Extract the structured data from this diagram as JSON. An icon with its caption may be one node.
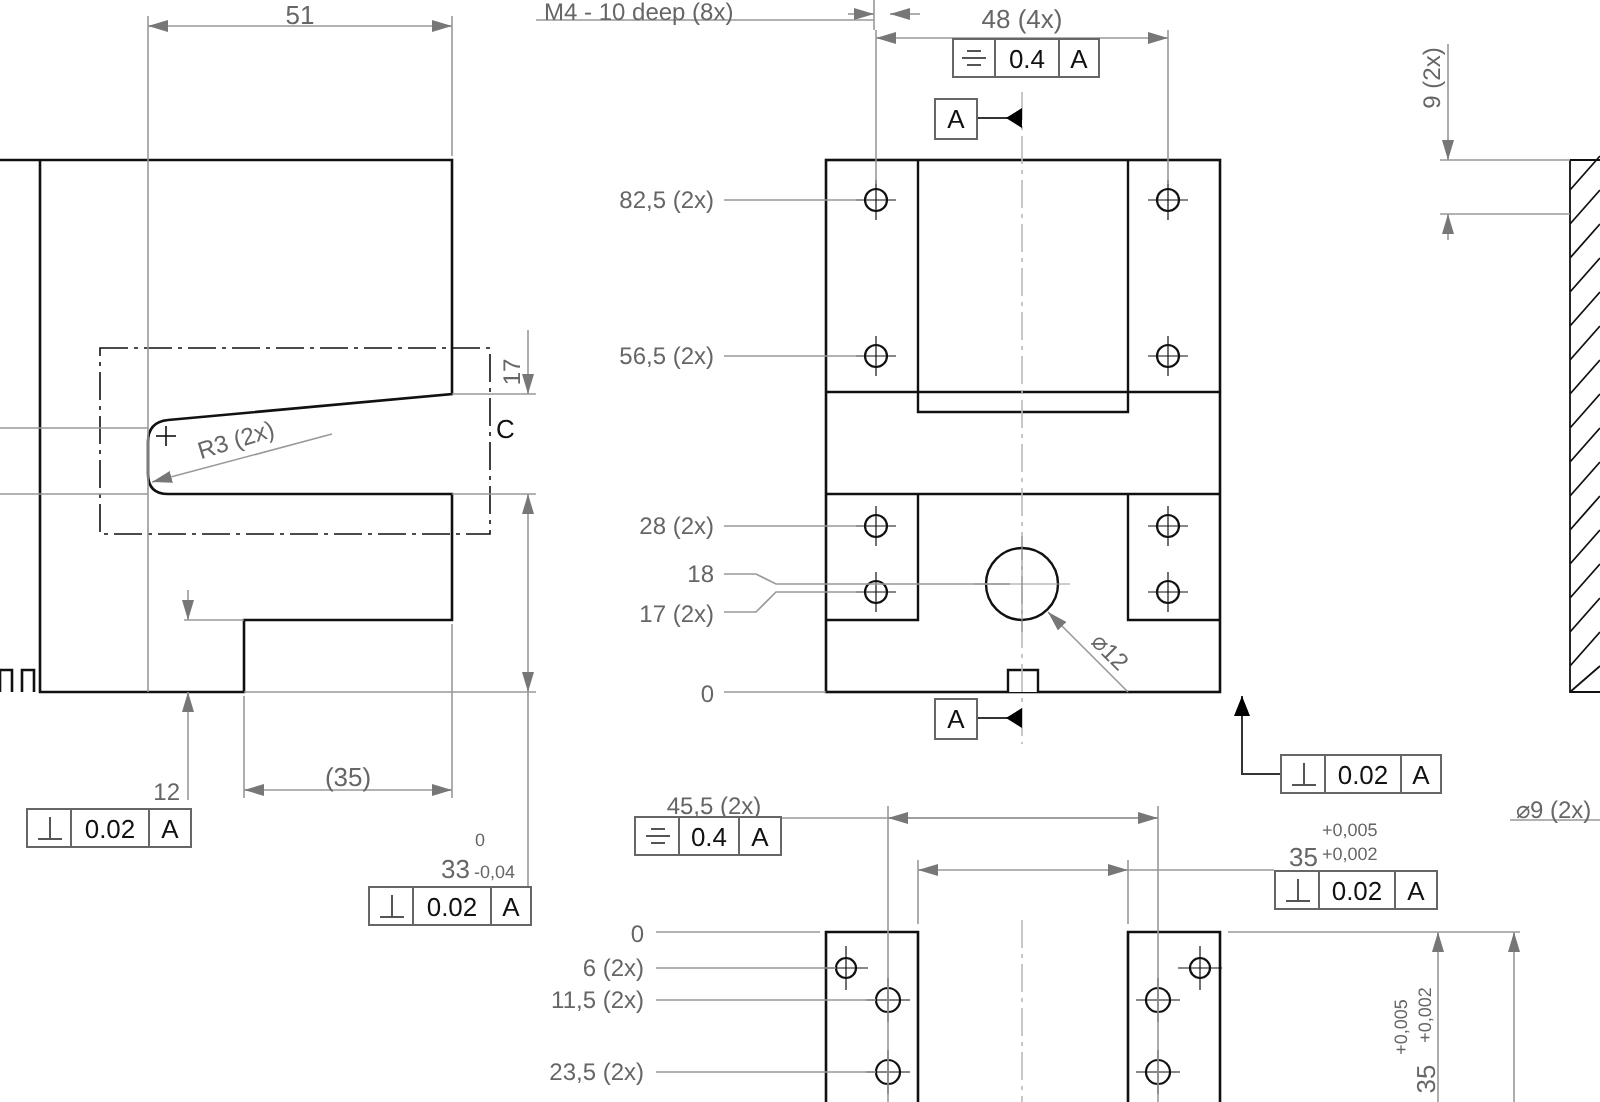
{
  "diagram": {
    "nodes": [
      {
        "text": [
          "0.4",
          "A"
        ]
      },
      {
        "text": [
          "A"
        ]
      },
      {
        "text": [
          "A"
        ]
      },
      {
        "text": [
          "0.02",
          "A"
        ]
      },
      {
        "text": [
          "0.02",
          "A"
        ]
      },
      {
        "text": [
          "0.02",
          "A"
        ]
      },
      {
        "text": [
          "0.4",
          "A"
        ]
      },
      {
        "text": [
          "0.02",
          "A"
        ]
      },
      {
        "text": [],
        "shape": "picture"
      }
    ],
    "edges": [
      {
        "from": 1,
        "to": 8,
        "arrow": "other"
      },
      {
        "from": 2,
        "to": 8,
        "arrow": "other"
      },
      {
        "from": 3,
        "to": 8,
        "arrow": "to"
      }
    ],
    "labels": [
      "51",
      "M4 - 10 deep (8x)",
      "48 (4x)",
      "9 (2x)",
      "82,5 (2x)",
      "17",
      "56,5 (2x)",
      "C",
      "R3 (2x)",
      "28 (2x)",
      "18",
      "17 (2x)",
      "⌀12",
      "0",
      "(35)",
      "12",
      "0",
      "33",
      "-0,04",
      "45,5 (2x)",
      "+0,005",
      "35",
      "+0,002",
      "⌀9 (2x)",
      "0",
      "6 (2x)",
      "11,5 (2x)",
      "23,5 (2x)",
      "+0,005",
      "35",
      "+0,002"
    ]
  }
}
